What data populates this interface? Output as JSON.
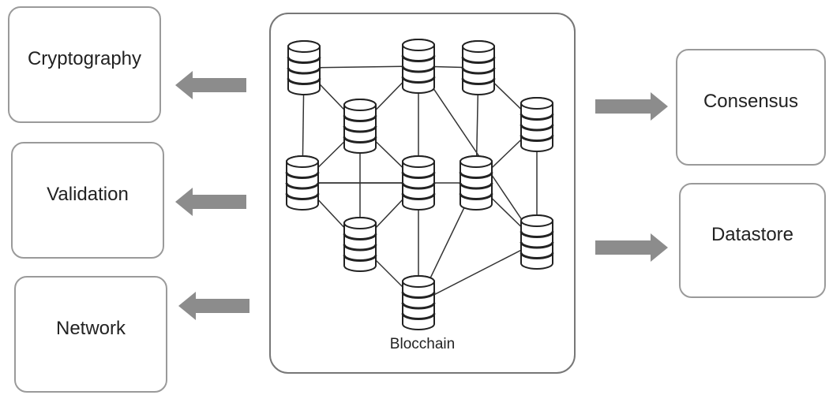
{
  "left_boxes": [
    {
      "label": "Cryptography"
    },
    {
      "label": "Validation"
    },
    {
      "label": "Network"
    }
  ],
  "right_boxes": [
    {
      "label": "Consensus"
    },
    {
      "label": "Datastore"
    }
  ],
  "center": {
    "caption": "Blocchain"
  },
  "network": {
    "nodes": [
      "n1",
      "n2",
      "n3",
      "n4",
      "n5",
      "n6",
      "n7",
      "n8",
      "n9",
      "n10",
      "n11",
      "n12"
    ],
    "links": [
      [
        "n1",
        "n2"
      ],
      [
        "n1",
        "n4"
      ],
      [
        "n1",
        "n5"
      ],
      [
        "n2",
        "n3"
      ],
      [
        "n2",
        "n4"
      ],
      [
        "n2",
        "n7"
      ],
      [
        "n2",
        "n10"
      ],
      [
        "n3",
        "n8"
      ],
      [
        "n3",
        "n6"
      ],
      [
        "n4",
        "n5"
      ],
      [
        "n4",
        "n7"
      ],
      [
        "n4",
        "n9"
      ],
      [
        "n5",
        "n7"
      ],
      [
        "n5",
        "n8"
      ],
      [
        "n5",
        "n9"
      ],
      [
        "n6",
        "n8"
      ],
      [
        "n6",
        "n10"
      ],
      [
        "n7",
        "n9"
      ],
      [
        "n7",
        "n11"
      ],
      [
        "n8",
        "n10"
      ],
      [
        "n8",
        "n12"
      ],
      [
        "n9",
        "n11"
      ],
      [
        "n10",
        "n11"
      ],
      [
        "n11",
        "n12"
      ]
    ]
  },
  "colors": {
    "arrow": "#8c8c8c",
    "border": "#9a9a9a"
  }
}
